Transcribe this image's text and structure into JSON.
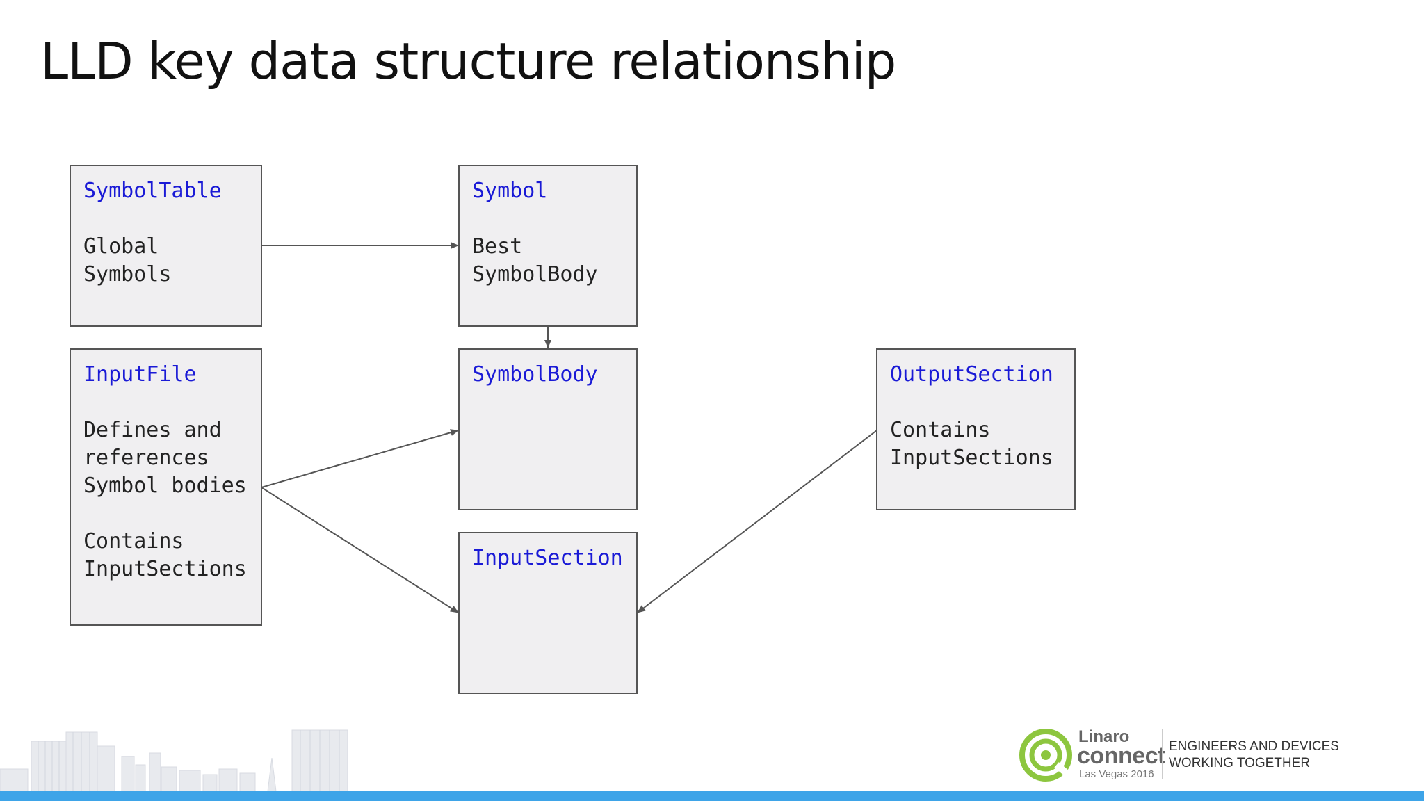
{
  "slide": {
    "title": "LLD key data structure relationship"
  },
  "boxes": {
    "symbol_table": {
      "title": "SymbolTable",
      "body": "Global\nSymbols"
    },
    "symbol": {
      "title": "Symbol",
      "body": "Best\nSymbolBody"
    },
    "input_file": {
      "title": "InputFile",
      "body": "Defines and\nreferences\nSymbol bodies\n\nContains\nInputSections"
    },
    "symbol_body": {
      "title": "SymbolBody",
      "body": ""
    },
    "output_section": {
      "title": "OutputSection",
      "body": "Contains\nInputSections"
    },
    "input_section": {
      "title": "InputSection",
      "body": ""
    }
  },
  "branding": {
    "name": "Linaro",
    "event": "connect",
    "location": "Las Vegas 2016",
    "tagline_line1": "ENGINEERS AND DEVICES",
    "tagline_line2": "WORKING TOGETHER"
  },
  "colors": {
    "box_title": "#1a1ad6",
    "box_fill": "#f0eff1",
    "logo_green": "#8dc63f",
    "bar_blue": "#3ea4e8"
  }
}
